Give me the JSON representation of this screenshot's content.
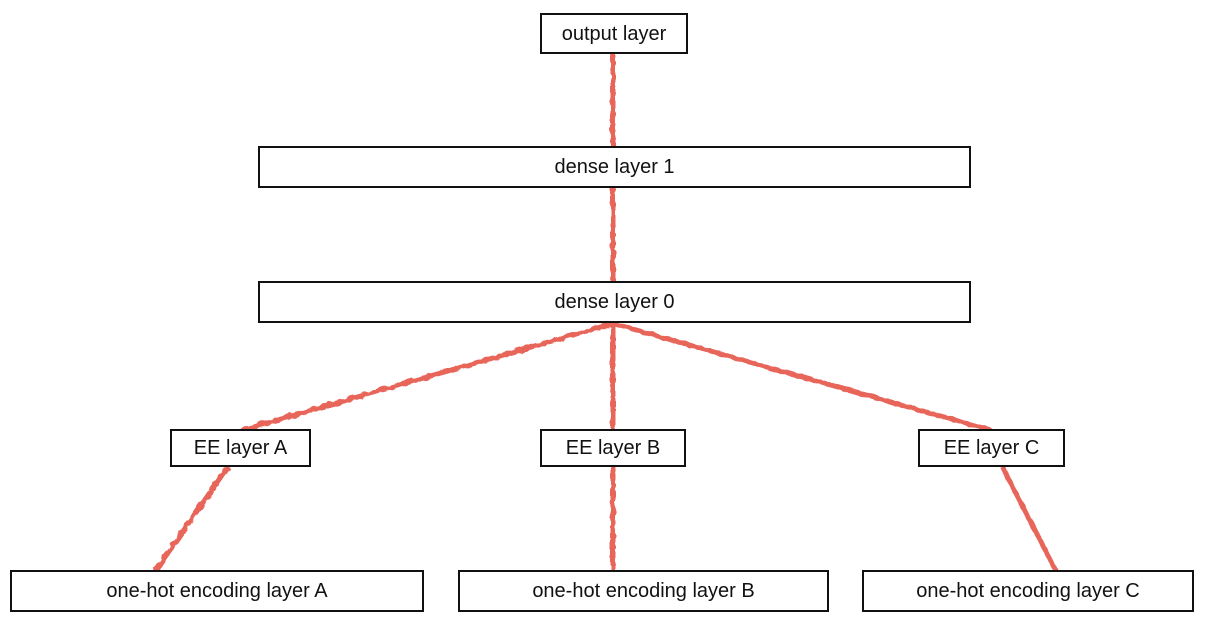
{
  "diagram": {
    "type": "neural-network-architecture",
    "nodes": [
      {
        "id": "output",
        "label": "output layer"
      },
      {
        "id": "dense1",
        "label": "dense layer 1"
      },
      {
        "id": "dense0",
        "label": "dense layer 0"
      },
      {
        "id": "eeA",
        "label": "EE layer A"
      },
      {
        "id": "eeB",
        "label": "EE layer B"
      },
      {
        "id": "eeC",
        "label": "EE layer C"
      },
      {
        "id": "onehotA",
        "label": "one-hot encoding layer A"
      },
      {
        "id": "onehotB",
        "label": "one-hot encoding layer B"
      },
      {
        "id": "onehotC",
        "label": "one-hot encoding layer C"
      }
    ],
    "edges": [
      {
        "from": "dense1",
        "to": "output"
      },
      {
        "from": "dense0",
        "to": "dense1"
      },
      {
        "from": "eeA",
        "to": "dense0"
      },
      {
        "from": "eeB",
        "to": "dense0"
      },
      {
        "from": "eeC",
        "to": "dense0"
      },
      {
        "from": "onehotA",
        "to": "eeA"
      },
      {
        "from": "onehotB",
        "to": "eeB"
      },
      {
        "from": "onehotC",
        "to": "eeC"
      }
    ],
    "colors": {
      "edge": "#e8655a",
      "node_border": "#111111",
      "node_fill": "#ffffff",
      "text": "#111111",
      "background": "#ffffff"
    },
    "edge_style": "hand-drawn crayon stroke"
  }
}
